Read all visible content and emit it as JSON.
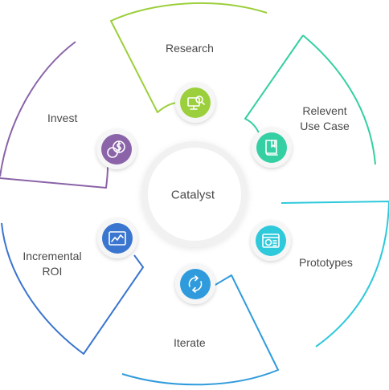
{
  "center": {
    "label": "Catalyst",
    "fill": "#ffffff",
    "ring": "#efefef"
  },
  "segments": [
    {
      "id": "research",
      "label": "Research",
      "color": "#9ccf3c",
      "icon": "monitor-search-icon"
    },
    {
      "id": "relevent-use-case",
      "label_lines": [
        "Relevent",
        "Use Case"
      ],
      "color": "#34cfa2",
      "icon": "book-icon"
    },
    {
      "id": "prototypes",
      "label": "Prototypes",
      "color": "#2ec9db",
      "icon": "dashboard-icon"
    },
    {
      "id": "iterate",
      "label": "Iterate",
      "color": "#2f9bdc",
      "icon": "refresh-icon"
    },
    {
      "id": "incremental-roi",
      "label_lines": [
        "Incremental",
        "ROI"
      ],
      "color": "#3a75cf",
      "icon": "line-chart-icon"
    },
    {
      "id": "invest",
      "label": "Invest",
      "color": "#8a63a8",
      "icon": "coins-icon"
    }
  ]
}
